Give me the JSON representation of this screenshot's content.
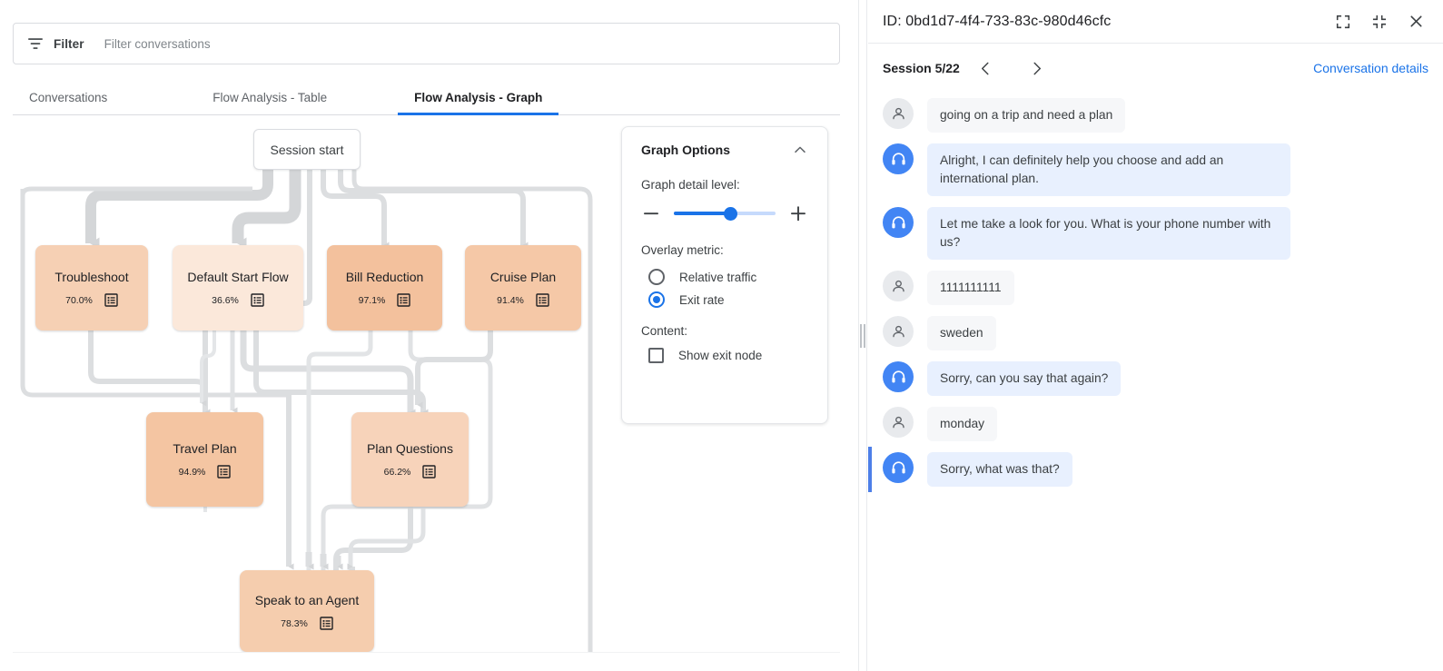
{
  "filter": {
    "label": "Filter",
    "placeholder": "Filter conversations",
    "value": "",
    "icon": "filter-icon"
  },
  "tabs": [
    {
      "label": "Conversations",
      "active": false
    },
    {
      "label": "Flow Analysis - Table",
      "active": false
    },
    {
      "label": "Flow Analysis - Graph",
      "active": true
    }
  ],
  "graph": {
    "start_node_label": "Session start",
    "metric_suffix": "%",
    "node_icon": "list-icon",
    "nodes": [
      {
        "id": "troubleshoot",
        "label": "Troubleshoot",
        "metric": "70.0%",
        "color": "#f6d0b4"
      },
      {
        "id": "default_start",
        "label": "Default Start Flow",
        "metric": "36.6%",
        "color": "#fbe8da"
      },
      {
        "id": "bill_reduction",
        "label": "Bill Reduction",
        "metric": "97.1%",
        "color": "#f3c19d"
      },
      {
        "id": "cruise_plan",
        "label": "Cruise Plan",
        "metric": "91.4%",
        "color": "#f5c8a7"
      },
      {
        "id": "travel_plan",
        "label": "Travel Plan",
        "metric": "94.9%",
        "color": "#f4c5a2"
      },
      {
        "id": "plan_questions",
        "label": "Plan Questions",
        "metric": "66.2%",
        "color": "#f7d3ba"
      },
      {
        "id": "speak_agent",
        "label": "Speak to an Agent",
        "metric": "78.3%",
        "color": "#f5cdae"
      }
    ]
  },
  "options": {
    "title": "Graph Options",
    "collapse_icon": "chevron-up-icon",
    "detail_level_label": "Graph detail level:",
    "slider": {
      "value": 56,
      "min": 0,
      "max": 100,
      "minus_icon": "minus-icon",
      "plus_icon": "plus-icon"
    },
    "overlay_metric_label": "Overlay metric:",
    "overlay_options": [
      {
        "label": "Relative traffic",
        "selected": false
      },
      {
        "label": "Exit rate",
        "selected": true
      }
    ],
    "content_label": "Content:",
    "checkboxes": [
      {
        "label": "Show exit node",
        "checked": false
      }
    ]
  },
  "right_panel": {
    "id_text": "ID: 0bd1d7-4f4-733-83c-980d46cfc",
    "header_buttons": [
      {
        "name": "expand-icon"
      },
      {
        "name": "collapse-icon"
      },
      {
        "name": "close-icon"
      }
    ],
    "session_label": "Session 5/22",
    "prev_icon": "chevron-left-icon",
    "next_icon": "chevron-right-icon",
    "details_link": "Conversation details",
    "messages": [
      {
        "role": "user",
        "text": "going on a trip and need a plan",
        "highlight": false
      },
      {
        "role": "agent",
        "text": "Alright, I can definitely help you choose and add an international plan.",
        "highlight": false
      },
      {
        "role": "agent",
        "text": "Let me take a look for you. What is your phone number with us?",
        "highlight": false
      },
      {
        "role": "user",
        "text": "1111111111",
        "highlight": false
      },
      {
        "role": "user",
        "text": "sweden",
        "highlight": false
      },
      {
        "role": "agent",
        "text": "Sorry, can you say that again?",
        "highlight": false
      },
      {
        "role": "user",
        "text": "monday",
        "highlight": false
      },
      {
        "role": "agent",
        "text": "Sorry, what was that?",
        "highlight": true
      }
    ]
  },
  "colors": {
    "accent": "#1a73e8",
    "agent_bubble": "#e8f0fe",
    "user_bubble": "#f6f7f9",
    "edge": "#dadce0",
    "edge_thick": "#d2d4d6"
  }
}
